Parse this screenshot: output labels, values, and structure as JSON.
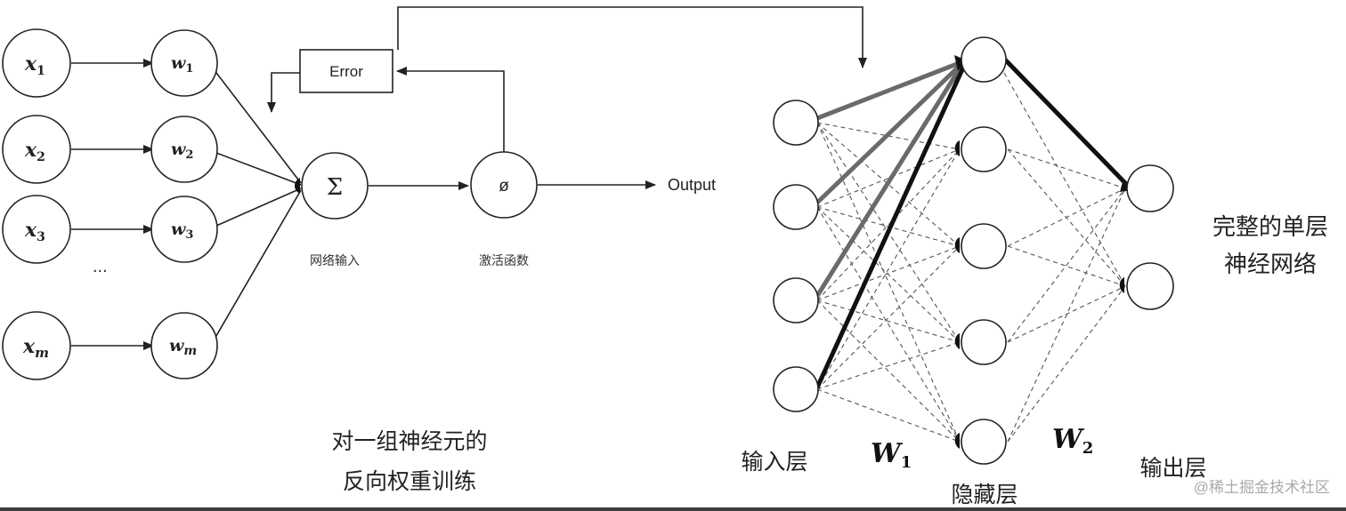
{
  "left": {
    "inputs": [
      {
        "base": "x",
        "sub": "1"
      },
      {
        "base": "x",
        "sub": "2"
      },
      {
        "base": "x",
        "sub": "3"
      },
      {
        "base": "x",
        "sub": "m"
      }
    ],
    "weights": [
      {
        "base": "w",
        "sub": "1"
      },
      {
        "base": "w",
        "sub": "2"
      },
      {
        "base": "w",
        "sub": "3"
      },
      {
        "base": "w",
        "sub": "m"
      }
    ],
    "ellipsis": "...",
    "sum_symbol": "Σ",
    "sum_caption": "网络输入",
    "activation_symbol": "ø",
    "activation_caption": "激活函数",
    "error_label": "Error",
    "output_label": "Output",
    "caption_line1": "对一组神经元的",
    "caption_line2": "反向权重训练"
  },
  "right": {
    "input_layer_label": "输入层",
    "hidden_layer_label": "隐藏层",
    "output_layer_label": "输出层",
    "w1": {
      "base": "W",
      "sub": "1"
    },
    "w2": {
      "base": "W",
      "sub": "2"
    },
    "title_line1": "完整的单层",
    "title_line2": "神经网络"
  },
  "watermark": "@稀土掘金技术社区"
}
